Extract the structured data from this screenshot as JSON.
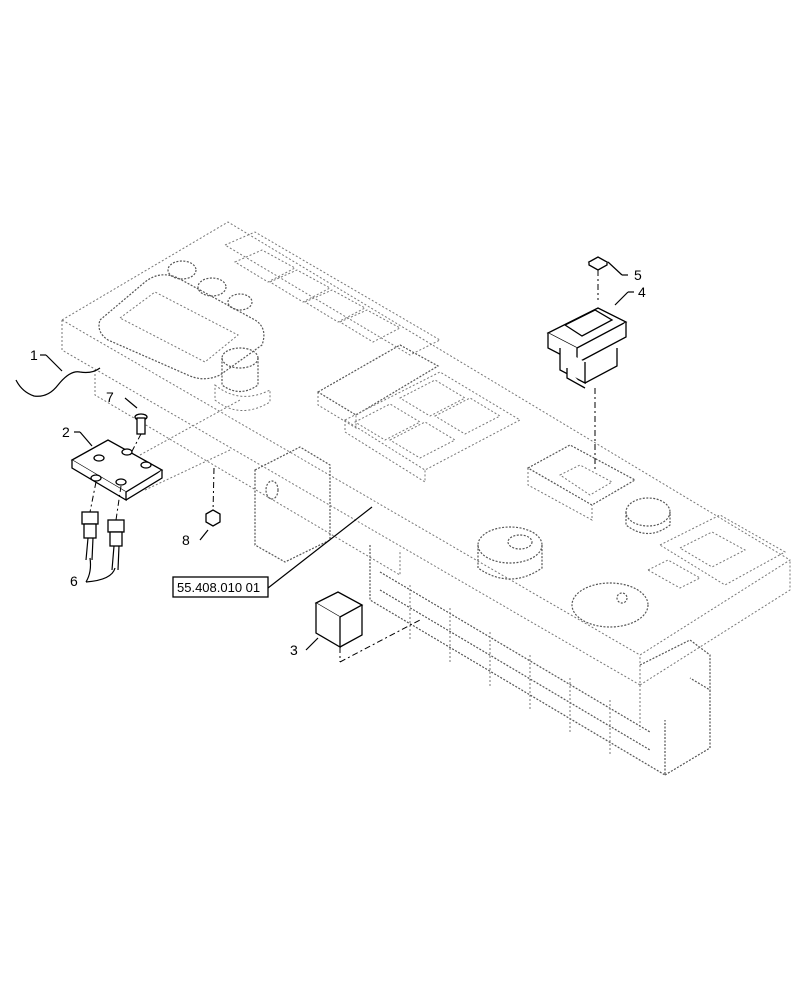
{
  "callouts": [
    {
      "id": "c1",
      "text": "1"
    },
    {
      "id": "c2",
      "text": "2"
    },
    {
      "id": "c3",
      "text": "3"
    },
    {
      "id": "c4",
      "text": "4"
    },
    {
      "id": "c5",
      "text": "5"
    },
    {
      "id": "c6",
      "text": "6"
    },
    {
      "id": "c7",
      "text": "7"
    },
    {
      "id": "c8",
      "text": "8"
    }
  ],
  "reference_box": "55.408.010 01"
}
